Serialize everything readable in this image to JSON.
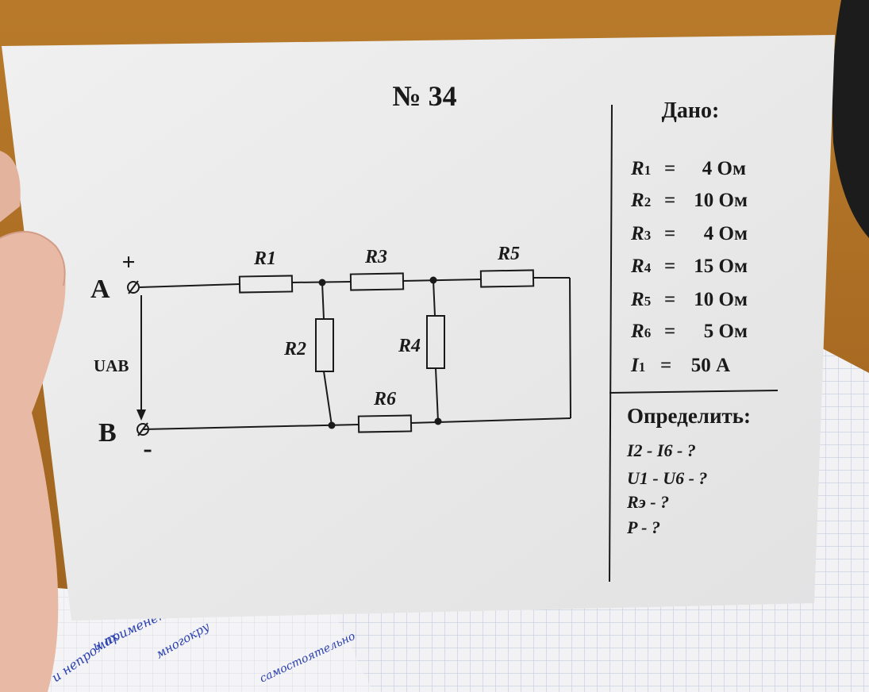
{
  "card": {
    "title": "№ 34",
    "given": {
      "heading": "Дано:",
      "values": [
        {
          "sym": "R",
          "sub": "1",
          "eq": "=",
          "val": "4 Ом"
        },
        {
          "sym": "R",
          "sub": "2",
          "eq": "=",
          "val": "10 Ом"
        },
        {
          "sym": "R",
          "sub": "3",
          "eq": "=",
          "val": "4 Ом"
        },
        {
          "sym": "R",
          "sub": "4",
          "eq": "=",
          "val": "15 Ом"
        },
        {
          "sym": "R",
          "sub": "5",
          "eq": "=",
          "val": "10 Ом"
        },
        {
          "sym": "R",
          "sub": "6",
          "eq": "=",
          "val": "5 Ом"
        },
        {
          "sym": "I",
          "sub": "1",
          "eq": "=",
          "val": "50 А"
        }
      ]
    },
    "find": {
      "heading": "Определить:",
      "items": [
        "I2 - I6 - ?",
        "U1 - U6 - ?",
        "Rэ - ?",
        "P - ?"
      ]
    },
    "circuit": {
      "node_a": "A",
      "node_b": "B",
      "plus": "+",
      "minus": "-",
      "voltage_label": "UAB",
      "resistors": [
        "R1",
        "R2",
        "R3",
        "R4",
        "R5",
        "R6"
      ]
    }
  },
  "colors": {
    "card": "#ececec",
    "table_wood": "#ad6e24",
    "ink": "#1a1a1a",
    "grid_paper": "#f2f2f4",
    "grid_line": "#b9c3d8",
    "handwriting": "#2a3fb0",
    "skin": "#e8b9a4"
  }
}
